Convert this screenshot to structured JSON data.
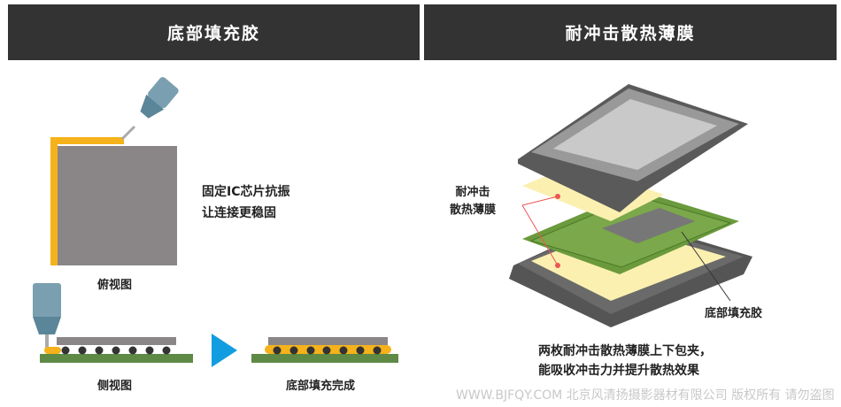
{
  "left_panel": {
    "title": "底部填充胶",
    "caption_lines": [
      "固定IC芯片抗振",
      "让连接更稳固"
    ],
    "top_view_label": "俯视图",
    "side_view_label": "侧视图",
    "complete_label": "底部填充完成"
  },
  "right_panel": {
    "title": "耐冲击散热薄膜",
    "film_label_lines": [
      "耐冲击",
      "散热薄膜"
    ],
    "underfill_label": "底部填充胶",
    "caption_lines": [
      "两枚耐冲击散热薄膜上下包夹，",
      "能吸收冲击力并提升散热效果"
    ]
  },
  "watermark": "WWW.BJFQY.COM 北京风清扬摄影器材有限公司 版权所有 请勿盗图",
  "colors": {
    "header": "#333333",
    "underfill": "#f5b21a",
    "chip": "#8a8688",
    "board": "#5e8a46",
    "arrow": "#119de0",
    "film": "#fbf0b0",
    "pcb": "#6a9a3c"
  }
}
